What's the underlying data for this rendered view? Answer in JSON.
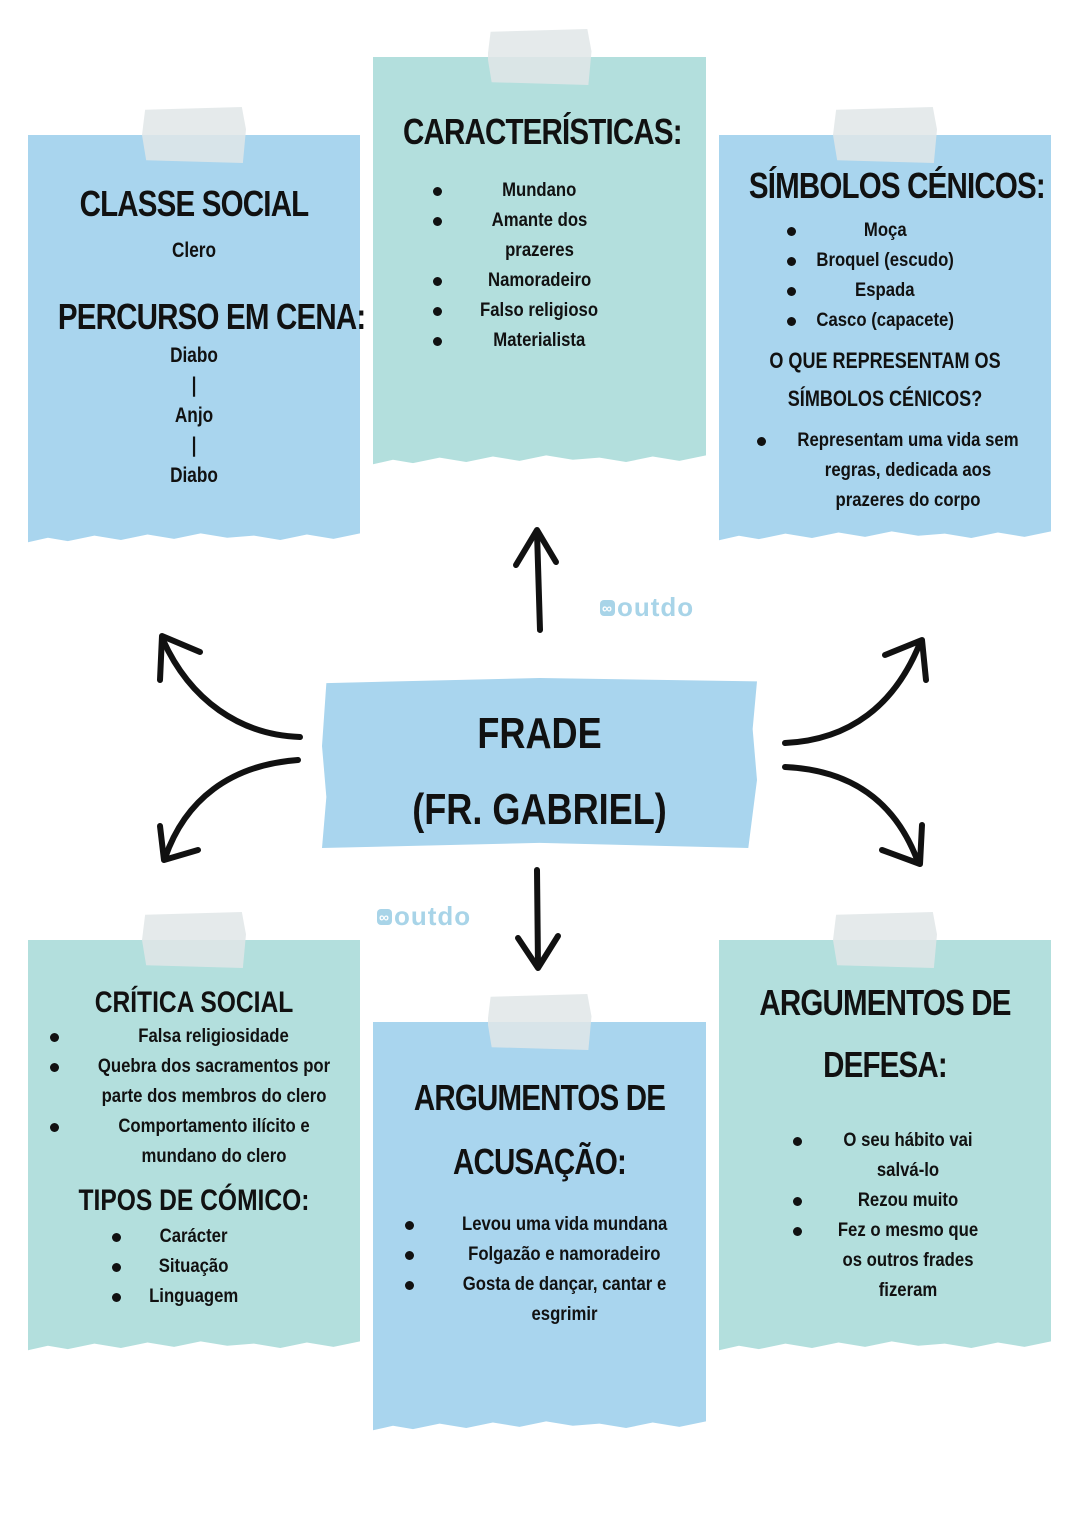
{
  "colors": {
    "blue": "#a9d5ee",
    "teal": "#b3dfdd",
    "watermark": "#a8d4e8"
  },
  "center": {
    "line1": "FRADE",
    "line2": "(FR. GABRIEL)"
  },
  "watermark": "outdo",
  "classe": {
    "title": "CLASSE SOCIAL",
    "value": "Clero",
    "percurso_title": "PERCURSO EM CENA:",
    "percurso": [
      "Diabo",
      "|",
      "Anjo",
      "|",
      "Diabo"
    ]
  },
  "caracteristicas": {
    "title": "CARACTERÍSTICAS:",
    "items": [
      "Mundano",
      "Amante dos prazeres",
      "Namoradeiro",
      "Falso religioso",
      "Materialista"
    ]
  },
  "simbolos": {
    "title": "SÍMBOLOS CÉNICOS:",
    "items": [
      "Moça",
      "Broquel (escudo)",
      "Espada",
      "Casco (capacete)"
    ],
    "question": "O QUE REPRESENTAM OS SÍMBOLOS CÉNICOS?",
    "answer": "Representam uma vida sem regras, dedicada aos prazeres do corpo"
  },
  "critica": {
    "title": "CRÍTICA SOCIAL",
    "items": [
      "Falsa religiosidade",
      "Quebra dos sacramentos por parte dos membros do clero",
      "Comportamento ilícito e mundano do clero"
    ],
    "comico_title": "TIPOS DE CÓMICO:",
    "comico": [
      "Carácter",
      "Situação",
      "Linguagem"
    ]
  },
  "acusacao": {
    "title": "ARGUMENTOS DE ACUSAÇÃO:",
    "items": [
      "Levou uma vida mundana",
      "Folgazão e namoradeiro",
      "Gosta de dançar, cantar e esgrimir"
    ]
  },
  "defesa": {
    "title": "ARGUMENTOS DE DEFESA:",
    "items": [
      "O seu hábito vai salvá-lo",
      "Rezou muito",
      "Fez o mesmo que os outros frades fizeram"
    ]
  }
}
